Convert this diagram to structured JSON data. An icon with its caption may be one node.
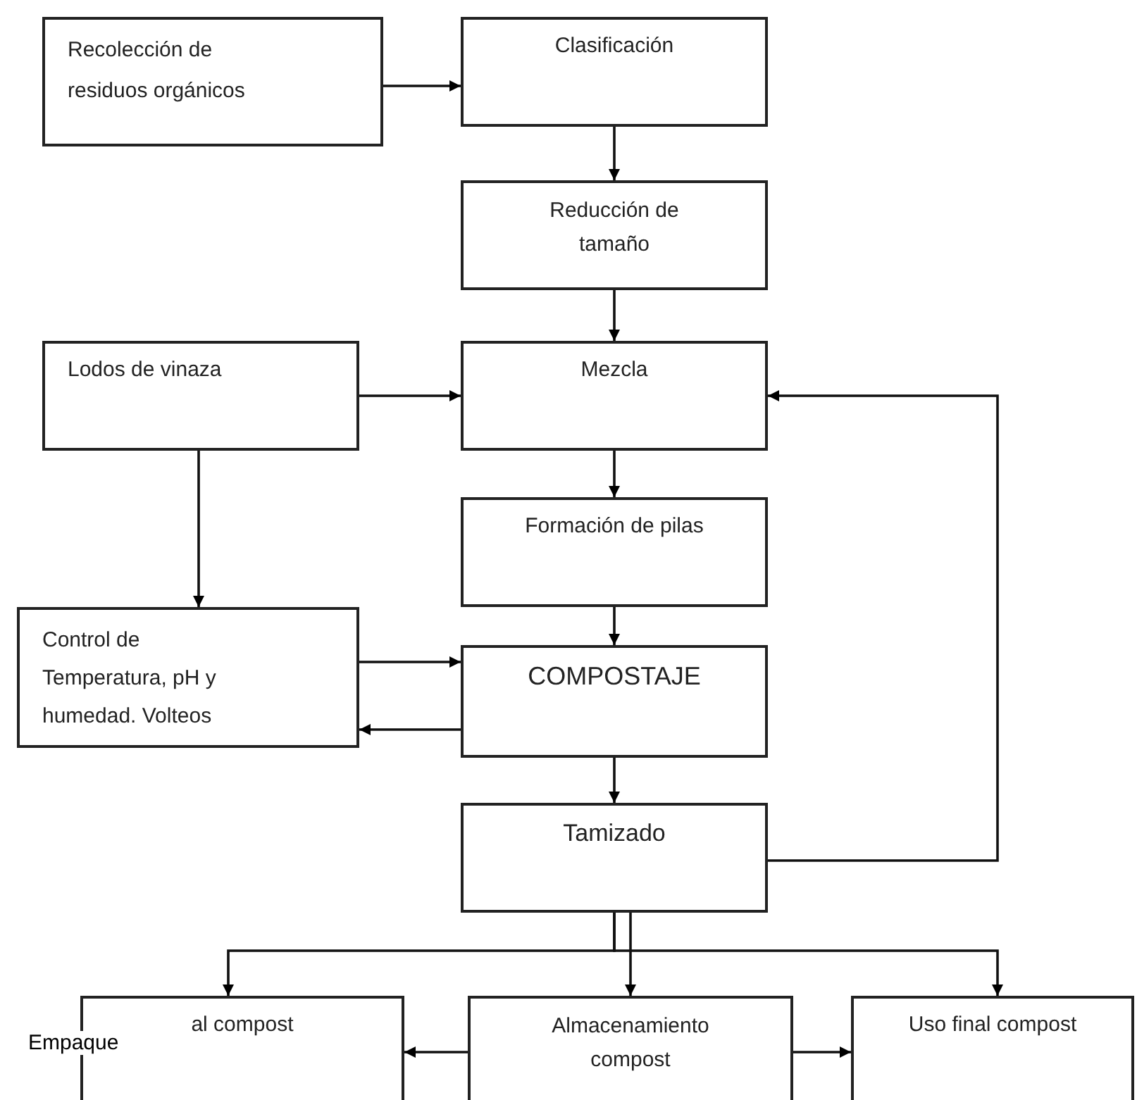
{
  "diagram": {
    "nodes": [
      {
        "text": [
          "Recolección de residuos orgánicos"
        ]
      },
      {
        "text": [
          "Clasificación"
        ]
      },
      {
        "text": [
          "Reducción de tamaño"
        ]
      },
      {
        "text": [
          "Lodos de vinaza"
        ]
      },
      {
        "text": [
          "Mezcla"
        ]
      },
      {
        "text": [
          "Formación de pilas"
        ]
      },
      {
        "text": [
          "Control de Temperatura, pH y humedad. Volteos"
        ]
      },
      {
        "text": [
          "COMPOSTAJE"
        ]
      },
      {
        "text": [
          "Tamizado"
        ]
      },
      {
        "text": [
          "Empaque",
          "al compost"
        ]
      },
      {
        "text": [
          "Almacenamiento compost"
        ]
      },
      {
        "text": [
          "Uso final compost"
        ]
      }
    ],
    "edges": [
      {
        "from": 0,
        "to": 1,
        "arrow": "to"
      },
      {
        "from": 1,
        "to": 2,
        "arrow": "to"
      },
      {
        "from": 2,
        "to": 4,
        "arrow": "to"
      },
      {
        "from": 3,
        "to": 4,
        "arrow": "to"
      },
      {
        "from": 3,
        "to": 6,
        "arrow": "to"
      },
      {
        "from": 4,
        "to": 5,
        "arrow": "to"
      },
      {
        "from": 5,
        "to": 7,
        "arrow": "to"
      },
      {
        "from": 6,
        "to": 7,
        "arrow": "to"
      },
      {
        "from": 7,
        "to": 6,
        "arrow": "to"
      },
      {
        "from": 7,
        "to": 8,
        "arrow": "to"
      },
      {
        "from": 8,
        "to": 4,
        "arrow": "to"
      },
      {
        "from": 8,
        "to": 9,
        "arrow": "to"
      },
      {
        "from": 8,
        "to": 10,
        "arrow": "to"
      },
      {
        "from": 8,
        "to": 11,
        "arrow": "to"
      },
      {
        "from": 10,
        "to": 9,
        "arrow": "to"
      },
      {
        "from": 10,
        "to": 11,
        "arrow": "to"
      }
    ]
  }
}
